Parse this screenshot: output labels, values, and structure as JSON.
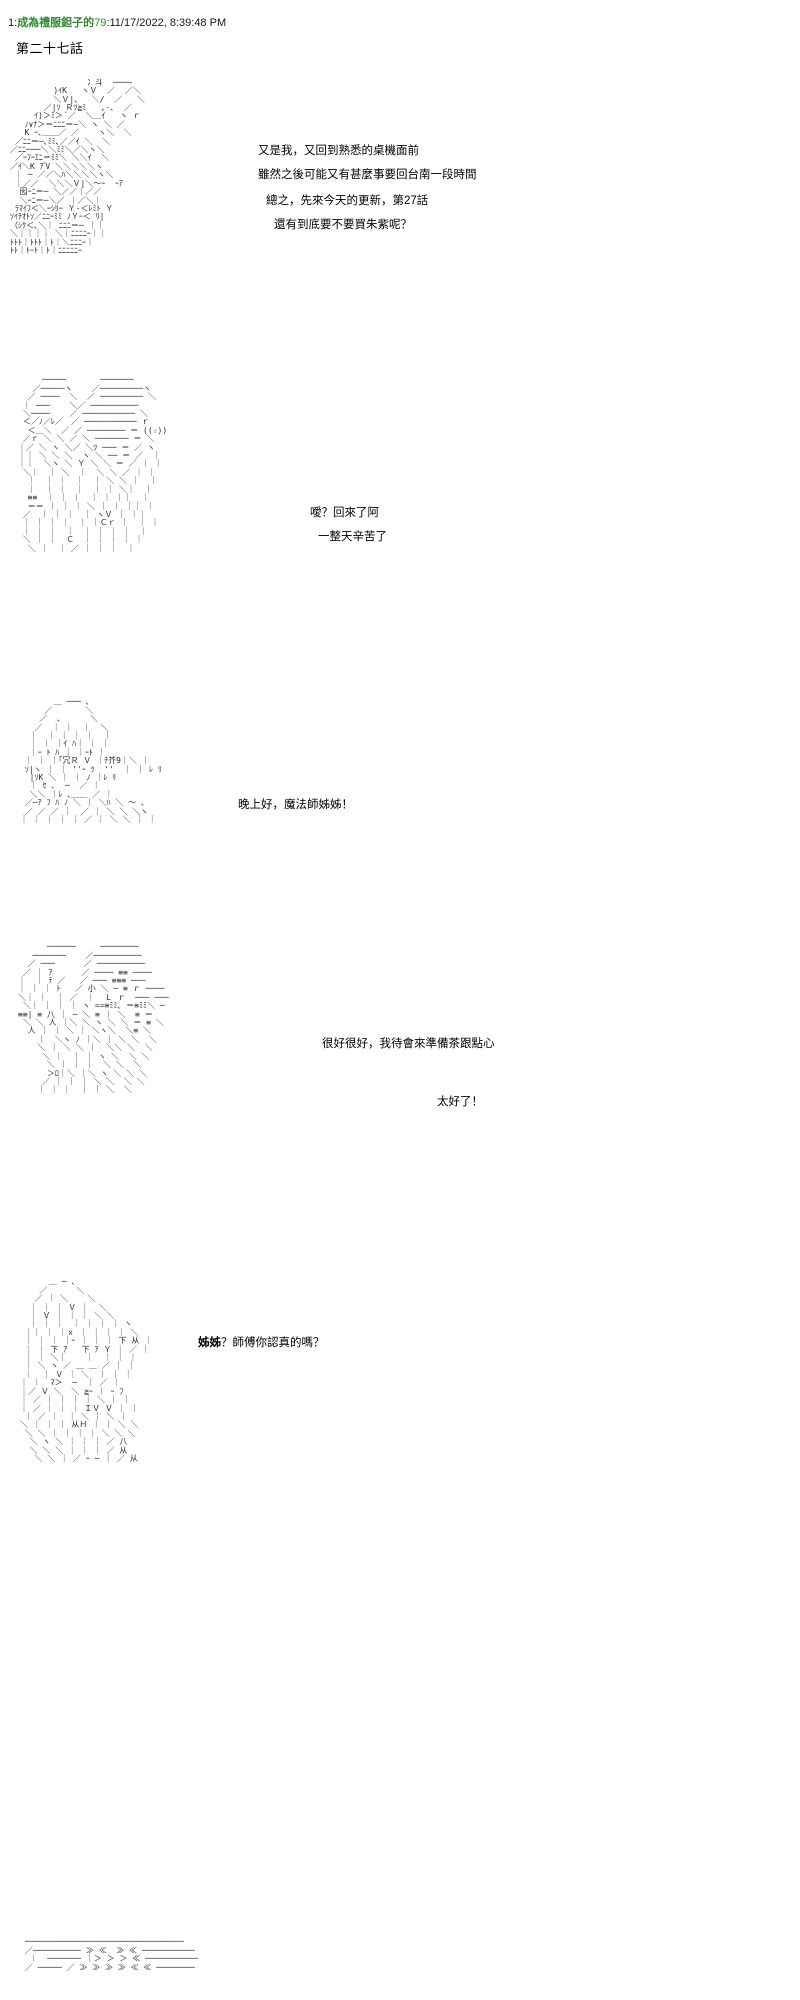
{
  "post": {
    "number": "1",
    "author": "成為禮服鉭子的",
    "user_id": "79",
    "date": "11/17/2022, 8:39:48 PM",
    "separator_colon": ":",
    "chapter_title": "第二十七話",
    "author_color": "#2e8b2e",
    "text_color": "#1a1a1a"
  },
  "panels": [
    {
      "id": "panel-1",
      "name": "narrator-desk-panel",
      "dialogue": [
        "又是我，又回到熟悉的桌機面前",
        "雖然之後可能又有甚麼事要回台南一段時間",
        "總之，先來今天的更新，第27話",
        "還有到底要不要買朱紫呢？"
      ],
      "art": "                     冫斗  ―――― \n              )ｲK   ．＼ ／   ／ ＼\n              ＼Ｖ|、    ＼/   ／    ＼\n            ／|ｿ Ｒﾂ≧ﾐ ． ．―- ､  ／\n          ｲ)＞ﾐ＞´／    ＼  ＿ ｲ   ＼  ｒ\n       ﾉ∨ﾅ＞＝ﾆ ﾆ ﾆ ＝―＼  ヽ＼ ＼/\n       K ｰ､ ＿ ＿ ／  ／     ヽ＼   ＼\n     ／ﾆ ﾆ ＝― ､ ﾐ ﾐ ､ ／ ／ ｲ ＼  ＼\n    ／ ﾆ ﾆ ―― ＼ ＼ ﾐ ﾐ ＼／ ＼ ヽ ＼\n  ／ ｰ ﾌｰ ｴ ﾆ ＝ ﾐ ﾐ ＼  ＼ ＼ ｲ   ＼\n ／ ｲ ＼K  ｱ ゙ V  ＼ ＼ ＼ ＼ ＼ ヽ\n ｜  ―  ／／ ＼ﾊ ＼ ＼ ＼＼ ヽ ＼＼\n ｜ ／ ／    ＼ ＼＼ Ｖ| ＼ ～ｰ    ｰ ｱ\n  囮 ｰ ﾆ ＝ ―  ＼  ／ ／ ｜ ／ ／\n  ＼ ｰ ﾆ ＝ ― ＼／  ｜ ／ ＼ ｜\n  ﾗ ﾏ ｲﾌ＜ ＼ｰ ｼ ﾘ ｰ   Ｙ-＜ ﾚ ﾐ ﾄ  Ｙ\n ｿ ｲ ﾁ ｵ ﾄ ｿ／ ﾆ ﾆ ｰ ﾐ ﾐ  ﾉ Ｙ ｰ ＜  ﾘ|\n （ ｼ ｸ ＜ ､ ＼ ｜  ﾆ ﾆ ﾆ ＝―  ｜ ｜\n ＼ ｜ ｜ ｜ ｜  ＼ ｜ ﾆ ﾆ ﾆ ﾆ ｰ ｜ ｜\n ﾄﾄﾄ ｜ ﾄﾄﾄ ｜ ﾄ ｜ ＼ ﾆ ﾆ ﾆ ｰ ｜\n ﾄﾄ ｜ ﾄｰ ﾄ ｜ ﾄ ｜ ﾆ ﾆ ﾆ ﾆ ﾆ ｰ"
    },
    {
      "id": "panel-2",
      "name": "greeting-panel",
      "dialogue": [
        "噯？回來了阿",
        "一整天辛苦了"
      ],
      "star_mark": "((☆))"
    },
    {
      "id": "panel-3",
      "name": "apprentice-greeting-panel",
      "dialogue": [
        "晚上好，魔法師姊姊！"
      ]
    },
    {
      "id": "panel-4",
      "name": "tea-offer-panel",
      "dialogue": [
        "很好很好，我待會來準備茶跟點心",
        "太好了！"
      ]
    },
    {
      "id": "panel-5",
      "name": "sister-question-panel",
      "dialogue": [
        "姊姊？師傅你認真的嗎？"
      ],
      "bold_prefix": "姊姊"
    }
  ]
}
